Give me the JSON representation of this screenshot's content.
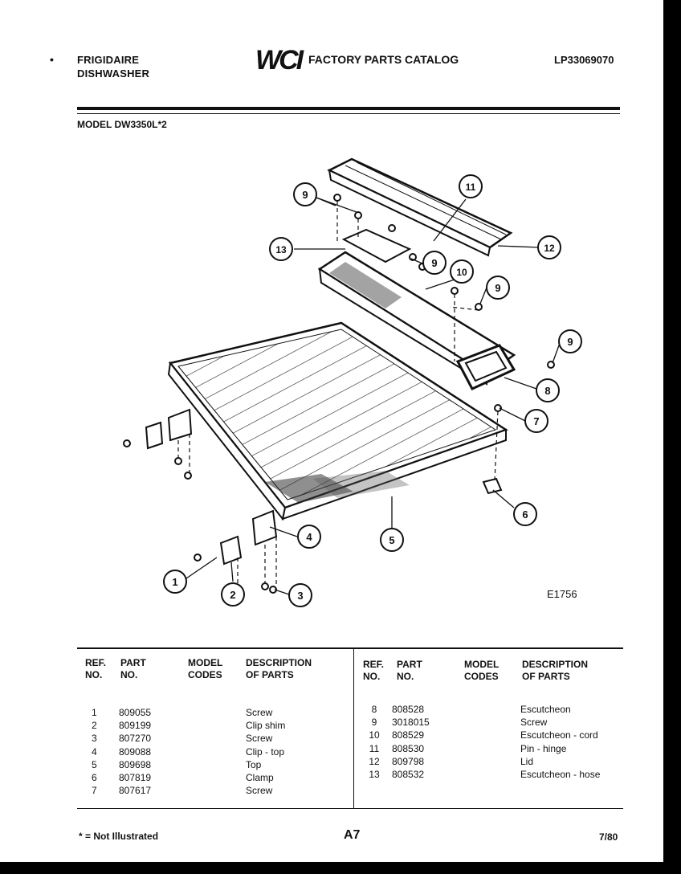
{
  "header": {
    "dot": "•",
    "brand_line1": "FRIGIDAIRE",
    "brand_line2": "DISHWASHER",
    "logo_text": "WCI",
    "catalog_title": "FACTORY PARTS CATALOG",
    "catalog_number": "LP33069070"
  },
  "model_line": "MODEL DW3350L*2",
  "diagram": {
    "figure_code": "E1756",
    "callouts": [
      "1",
      "2",
      "3",
      "4",
      "5",
      "6",
      "7",
      "8",
      "9",
      "9",
      "9",
      "9",
      "10",
      "11",
      "12",
      "13"
    ]
  },
  "table_headers": {
    "ref": [
      "REF.",
      "NO."
    ],
    "part": [
      "PART",
      "NO."
    ],
    "model": [
      "MODEL",
      "CODES"
    ],
    "desc": [
      "DESCRIPTION",
      "OF PARTS"
    ]
  },
  "parts_left": [
    {
      "ref": "1",
      "part": "809055",
      "model": "",
      "desc": "Screw"
    },
    {
      "ref": "2",
      "part": "809199",
      "model": "",
      "desc": "Clip shim"
    },
    {
      "ref": "3",
      "part": "807270",
      "model": "",
      "desc": "Screw"
    },
    {
      "ref": "4",
      "part": "809088",
      "model": "",
      "desc": "Clip - top"
    },
    {
      "ref": "5",
      "part": "809698",
      "model": "",
      "desc": "Top"
    },
    {
      "ref": "6",
      "part": "807819",
      "model": "",
      "desc": "Clamp"
    },
    {
      "ref": "7",
      "part": "807617",
      "model": "",
      "desc": "Screw"
    }
  ],
  "parts_right": [
    {
      "ref": "8",
      "part": "808528",
      "model": "",
      "desc": "Escutcheon"
    },
    {
      "ref": "9",
      "part": "3018015",
      "model": "",
      "desc": "Screw"
    },
    {
      "ref": "10",
      "part": "808529",
      "model": "",
      "desc": "Escutcheon - cord"
    },
    {
      "ref": "11",
      "part": "808530",
      "model": "",
      "desc": "Pin - hinge"
    },
    {
      "ref": "12",
      "part": "809798",
      "model": "",
      "desc": "Lid"
    },
    {
      "ref": "13",
      "part": "808532",
      "model": "",
      "desc": "Escutcheon - hose"
    }
  ],
  "footer": {
    "note": "* = Not Illustrated",
    "page": "A7",
    "date": "7/80"
  }
}
